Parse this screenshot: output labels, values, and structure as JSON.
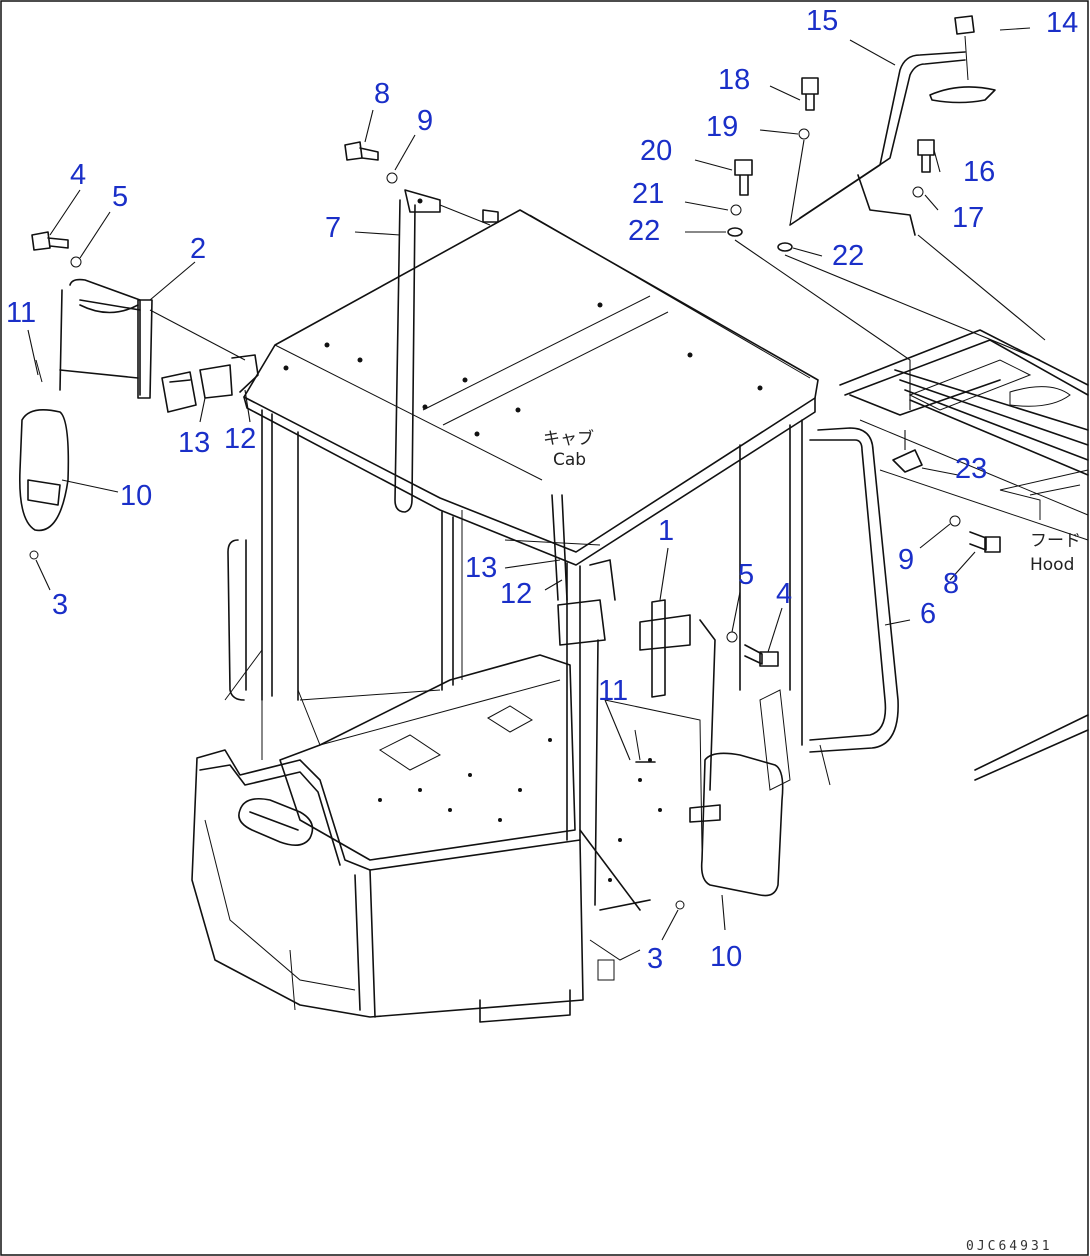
{
  "diagram": {
    "labels": {
      "cab": {
        "ja": "キャブ",
        "en": "Cab"
      },
      "hood": {
        "ja": "フード",
        "en": "Hood"
      }
    },
    "part_callouts": {
      "p1": "1",
      "p2": "2",
      "p3a": "3",
      "p3b": "3",
      "p4a": "4",
      "p4b": "4",
      "p5a": "5",
      "p5b": "5",
      "p6": "6",
      "p7": "7",
      "p8a": "8",
      "p8b": "8",
      "p9a": "9",
      "p9b": "9",
      "p10a": "10",
      "p10b": "10",
      "p11a": "11",
      "p11b": "11",
      "p12a": "12",
      "p12b": "12",
      "p13a": "13",
      "p13b": "13",
      "p14": "14",
      "p15": "15",
      "p16": "16",
      "p17": "17",
      "p18": "18",
      "p19": "19",
      "p20": "20",
      "p21": "21",
      "p22a": "22",
      "p22b": "22",
      "p23": "23"
    },
    "drawing_code": "0JC64931",
    "colors": {
      "callout": "#1a2fc8",
      "line": "#111111",
      "background": "#ffffff"
    }
  }
}
